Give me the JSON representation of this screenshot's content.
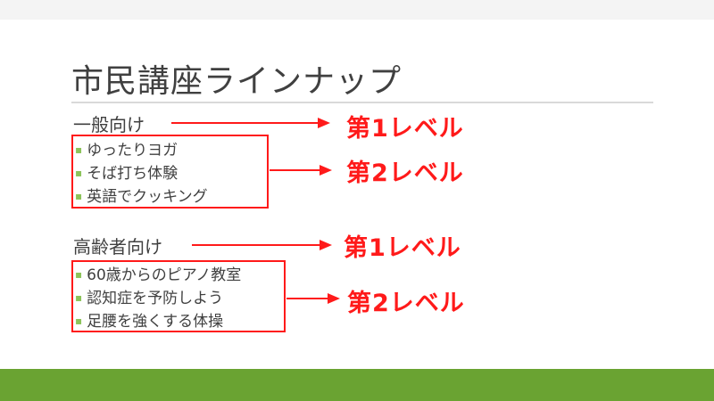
{
  "slide": {
    "title": "市民講座ラインナップ",
    "groups": [
      {
        "heading": "一般向け",
        "items": [
          "ゆったりヨガ",
          "そば打ち体験",
          "英語でクッキング"
        ]
      },
      {
        "heading": "高齢者向け",
        "items": [
          "60歳からのピアノ教室",
          "認知症を予防しよう",
          "足腰を強くする体操"
        ]
      }
    ]
  },
  "annotations": {
    "level1": "第1レベル",
    "level2": "第2レベル"
  },
  "colors": {
    "annotation": "#ff1a1a",
    "bottom_band": "#6aa332",
    "bullet": "#8cc35a",
    "text": "#404040"
  }
}
